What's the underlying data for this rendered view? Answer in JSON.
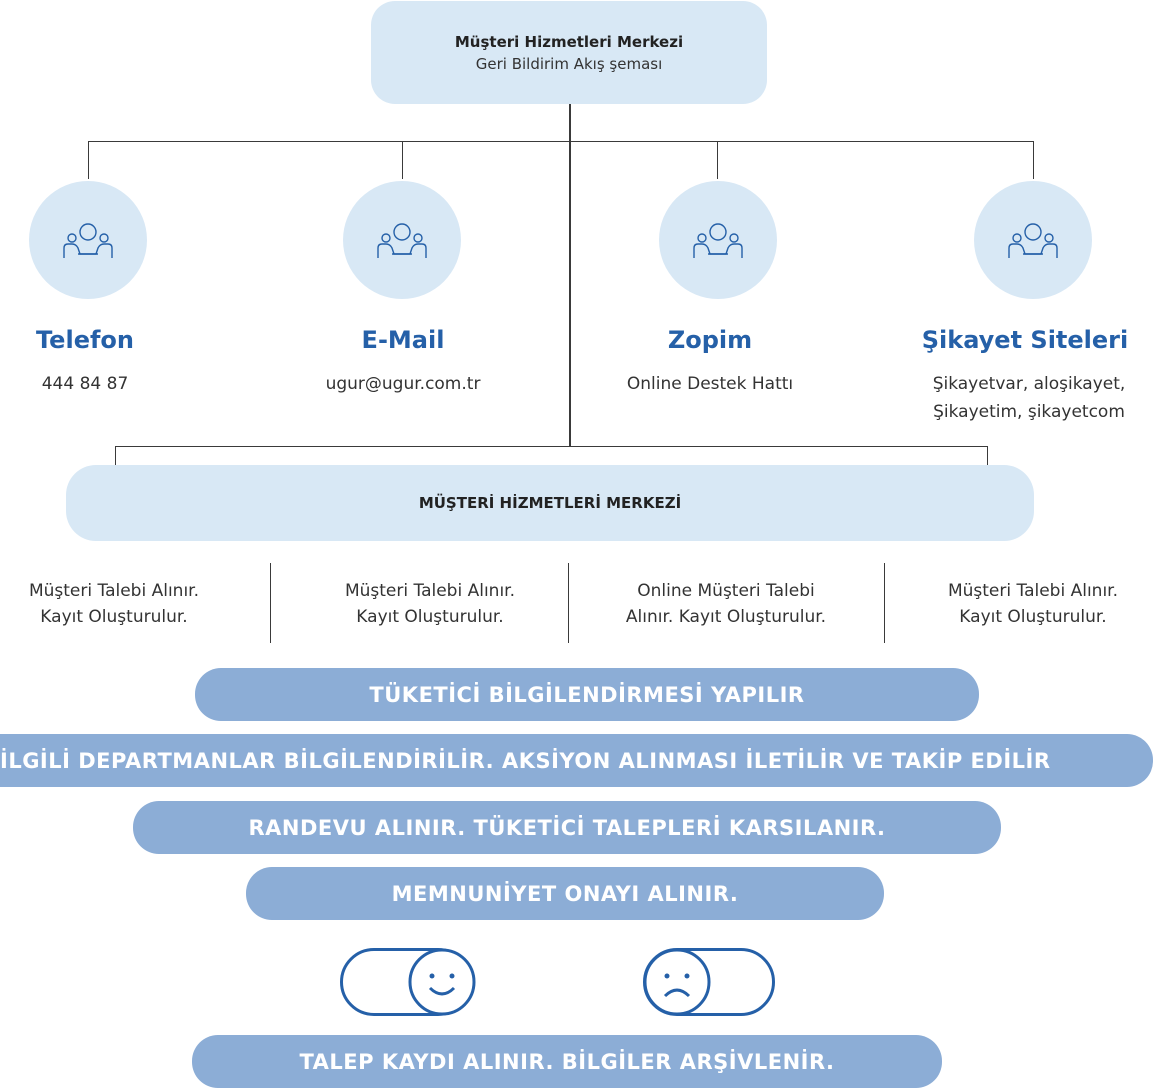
{
  "header": {
    "title": "Müşteri Hizmetleri Merkezi",
    "subtitle": "Geri Bildirim Akış şeması"
  },
  "channels": [
    {
      "title": "Telefon",
      "detail_1": "444 84 87",
      "detail_2": "",
      "icon": "people-meeting-icon"
    },
    {
      "title": "E-Mail",
      "detail_1": "ugur@ugur.com.tr",
      "detail_2": "",
      "icon": "people-meeting-icon"
    },
    {
      "title": "Zopim",
      "detail_1": "Online Destek Hattı",
      "detail_2": "",
      "icon": "people-meeting-icon"
    },
    {
      "title": "Şikayet Siteleri",
      "detail_1": "Şikayetvar, aloşikayet,",
      "detail_2": "Şikayetim, şikayetcom",
      "icon": "people-meeting-icon"
    }
  ],
  "center": {
    "title": "MÜŞTERİ HİZMETLERİ MERKEZİ"
  },
  "steps": [
    {
      "line_1": "Müşteri Talebi Alınır.",
      "line_2": "Kayıt Oluşturulur."
    },
    {
      "line_1": "Müşteri Talebi Alınır.",
      "line_2": "Kayıt Oluşturulur."
    },
    {
      "line_1": "Online Müşteri Talebi",
      "line_2": "Alınır. Kayıt Oluşturulur."
    },
    {
      "line_1": "Müşteri Talebi Alınır.",
      "line_2": "Kayıt Oluşturulur."
    }
  ],
  "process": [
    "TÜKETİCİ BİLGİLENDİRMESİ YAPILIR",
    "İLGİLİ DEPARTMANLAR BİLGİLENDİRİLİR. AKSİYON ALINMASI İLETİLİR VE TAKİP EDİLİR",
    "RANDEVU ALINIR. TÜKETİCİ TALEPLERİ KARSILANIR.",
    "MEMNUNİYET ONAYI ALINIR.",
    "TALEP KAYDI ALINIR. BİLGİLER ARŞİVLENİR."
  ],
  "feedback": {
    "positive_icon": "happy-face-icon",
    "negative_icon": "sad-face-icon"
  },
  "colors": {
    "light_box": "#d8e8f5",
    "pill": "#8cadd6",
    "accent": "#2560a8",
    "pill_text": "#ffffff"
  }
}
